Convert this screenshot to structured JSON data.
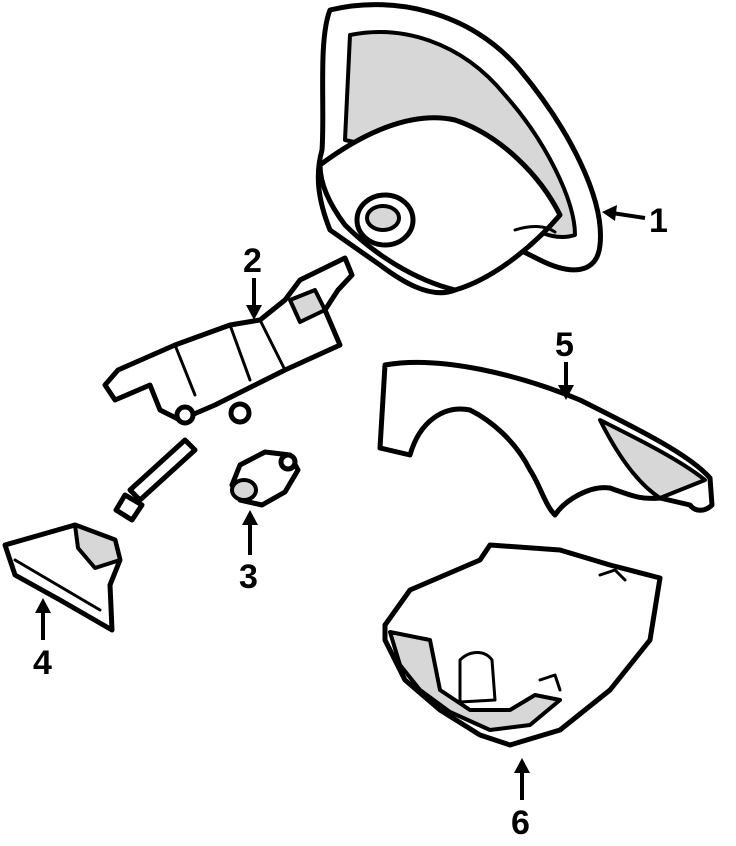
{
  "diagram": {
    "callouts": [
      {
        "id": "1",
        "label": "1"
      },
      {
        "id": "2",
        "label": "2"
      },
      {
        "id": "3",
        "label": "3"
      },
      {
        "id": "4",
        "label": "4"
      },
      {
        "id": "5",
        "label": "5"
      },
      {
        "id": "6",
        "label": "6"
      }
    ],
    "colors": {
      "line": "#000000",
      "fill": "#ffffff",
      "shade": "#d7d7d7"
    }
  }
}
